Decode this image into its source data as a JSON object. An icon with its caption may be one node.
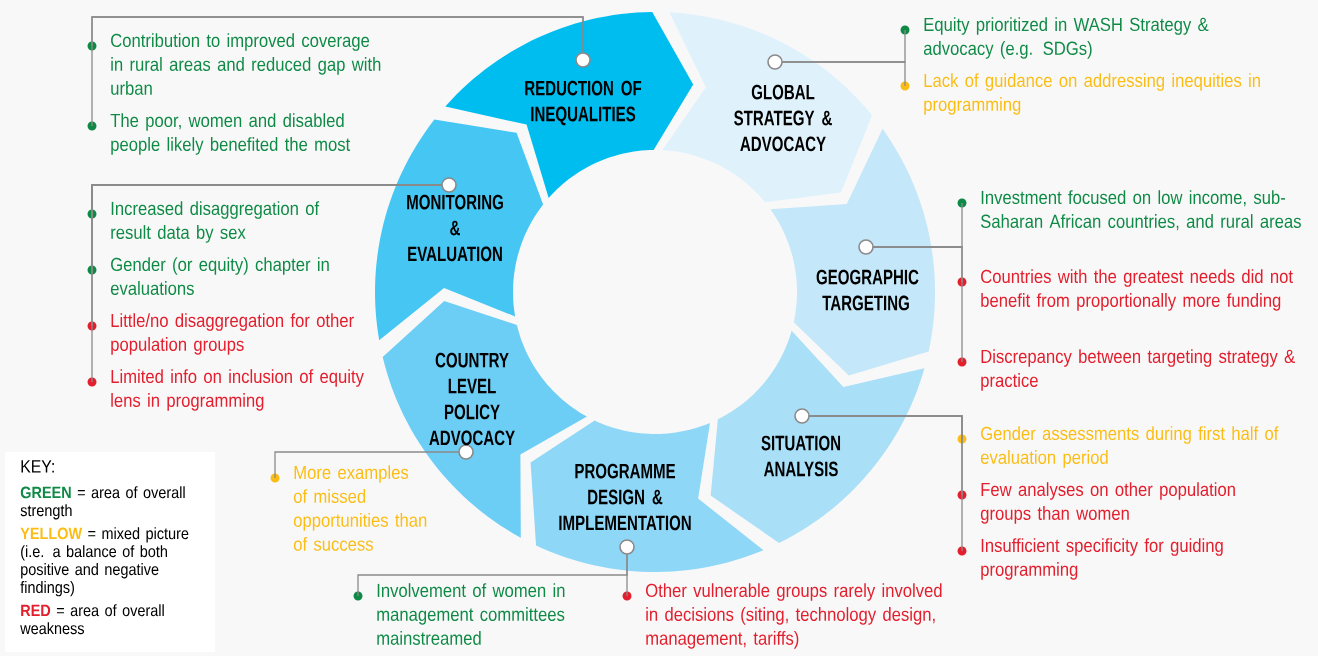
{
  "diagram": {
    "nodes": [
      {
        "text": [
          "REDUCTION OF INEQUALITIES"
        ]
      },
      {
        "text": [
          "GLOBAL STRATEGY & ADVOCACY"
        ]
      },
      {
        "text": [
          "GEOGRAPHIC TARGETING"
        ]
      },
      {
        "text": [
          "SITUATION ANALYSIS"
        ]
      },
      {
        "text": [
          "PROGRAMME DESIGN & IMPLEMENTATION"
        ]
      },
      {
        "text": [
          "COUNTRY LEVEL POLICY ADVOCACY"
        ]
      },
      {
        "text": [
          "MONITORING & EVALUATION"
        ]
      },
      {
        "text": [
          "Contribution to improved coverage in rural areas and reduced gap with urban"
        ]
      },
      {
        "text": [
          "The poor, women and disabled people likely benefited the most"
        ]
      },
      {
        "text": [
          "Equity prioritized in WASH Strategy & advocacy (e.g. SDGs)"
        ]
      },
      {
        "text": [
          "Lack of guidance on addressing inequities in programming"
        ]
      },
      {
        "text": [
          "Investment focused on low income, sub-Saharan African countries, and rural areas"
        ]
      },
      {
        "text": [
          "Countries with the greatest needs did not benefit from proportionally more funding"
        ]
      },
      {
        "text": [
          "Discrepancy between targeting strategy & practice"
        ]
      },
      {
        "text": [
          "Gender assessments during first half of evaluation period"
        ]
      },
      {
        "text": [
          "Few analyses on other population groups than women"
        ]
      },
      {
        "text": [
          "Insufficient specificity for guiding programming"
        ]
      },
      {
        "text": [
          "Involvement of women in management committees mainstreamed"
        ]
      },
      {
        "text": [
          "Other vulnerable groups rarely involved in decisions (siting, technology design, management, tariffs)"
        ]
      },
      {
        "text": [
          "More examples of missed opportunities than of success"
        ]
      },
      {
        "text": [
          "Increased disaggregation of result data by sex"
        ]
      },
      {
        "text": [
          "Gender (or equity) chapter in evaluations"
        ]
      },
      {
        "text": [
          "Little/no disaggregation for other population groups"
        ]
      },
      {
        "text": [
          "Limited info on inclusion of equity lens in programming"
        ]
      }
    ],
    "edges": [
      {
        "from": 0,
        "to": 7,
        "arrow": "none"
      },
      {
        "from": 0,
        "to": 8,
        "arrow": "none"
      },
      {
        "from": 1,
        "to": 9,
        "arrow": "none"
      },
      {
        "from": 1,
        "to": 10,
        "arrow": "none"
      },
      {
        "from": 2,
        "to": 11,
        "arrow": "none"
      },
      {
        "from": 2,
        "to": 12,
        "arrow": "none"
      },
      {
        "from": 2,
        "to": 13,
        "arrow": "none"
      },
      {
        "from": 3,
        "to": 14,
        "arrow": "none"
      },
      {
        "from": 3,
        "to": 15,
        "arrow": "none"
      },
      {
        "from": 3,
        "to": 16,
        "arrow": "none"
      },
      {
        "from": 4,
        "to": 17,
        "arrow": "none"
      },
      {
        "from": 4,
        "to": 18,
        "arrow": "none"
      },
      {
        "from": 5,
        "to": 19,
        "arrow": "none"
      },
      {
        "from": 6,
        "to": 20,
        "arrow": "none"
      },
      {
        "from": 6,
        "to": 21,
        "arrow": "none"
      },
      {
        "from": 6,
        "to": 22,
        "arrow": "none"
      },
      {
        "from": 6,
        "to": 23,
        "arrow": "none"
      }
    ],
    "labels": [
      "KEY:"
    ],
    "legend": [
      {
        "text": "**GREEN** = area of overall strength",
        "color": "#0f8a46"
      },
      {
        "text": "**YELLOW** = mixed picture (i.e. a balance of both positive and negative findings)",
        "color": "#fbbd14"
      },
      {
        "text": "**RED** = area of overall weakness",
        "color": "#e31e2d"
      }
    ]
  }
}
